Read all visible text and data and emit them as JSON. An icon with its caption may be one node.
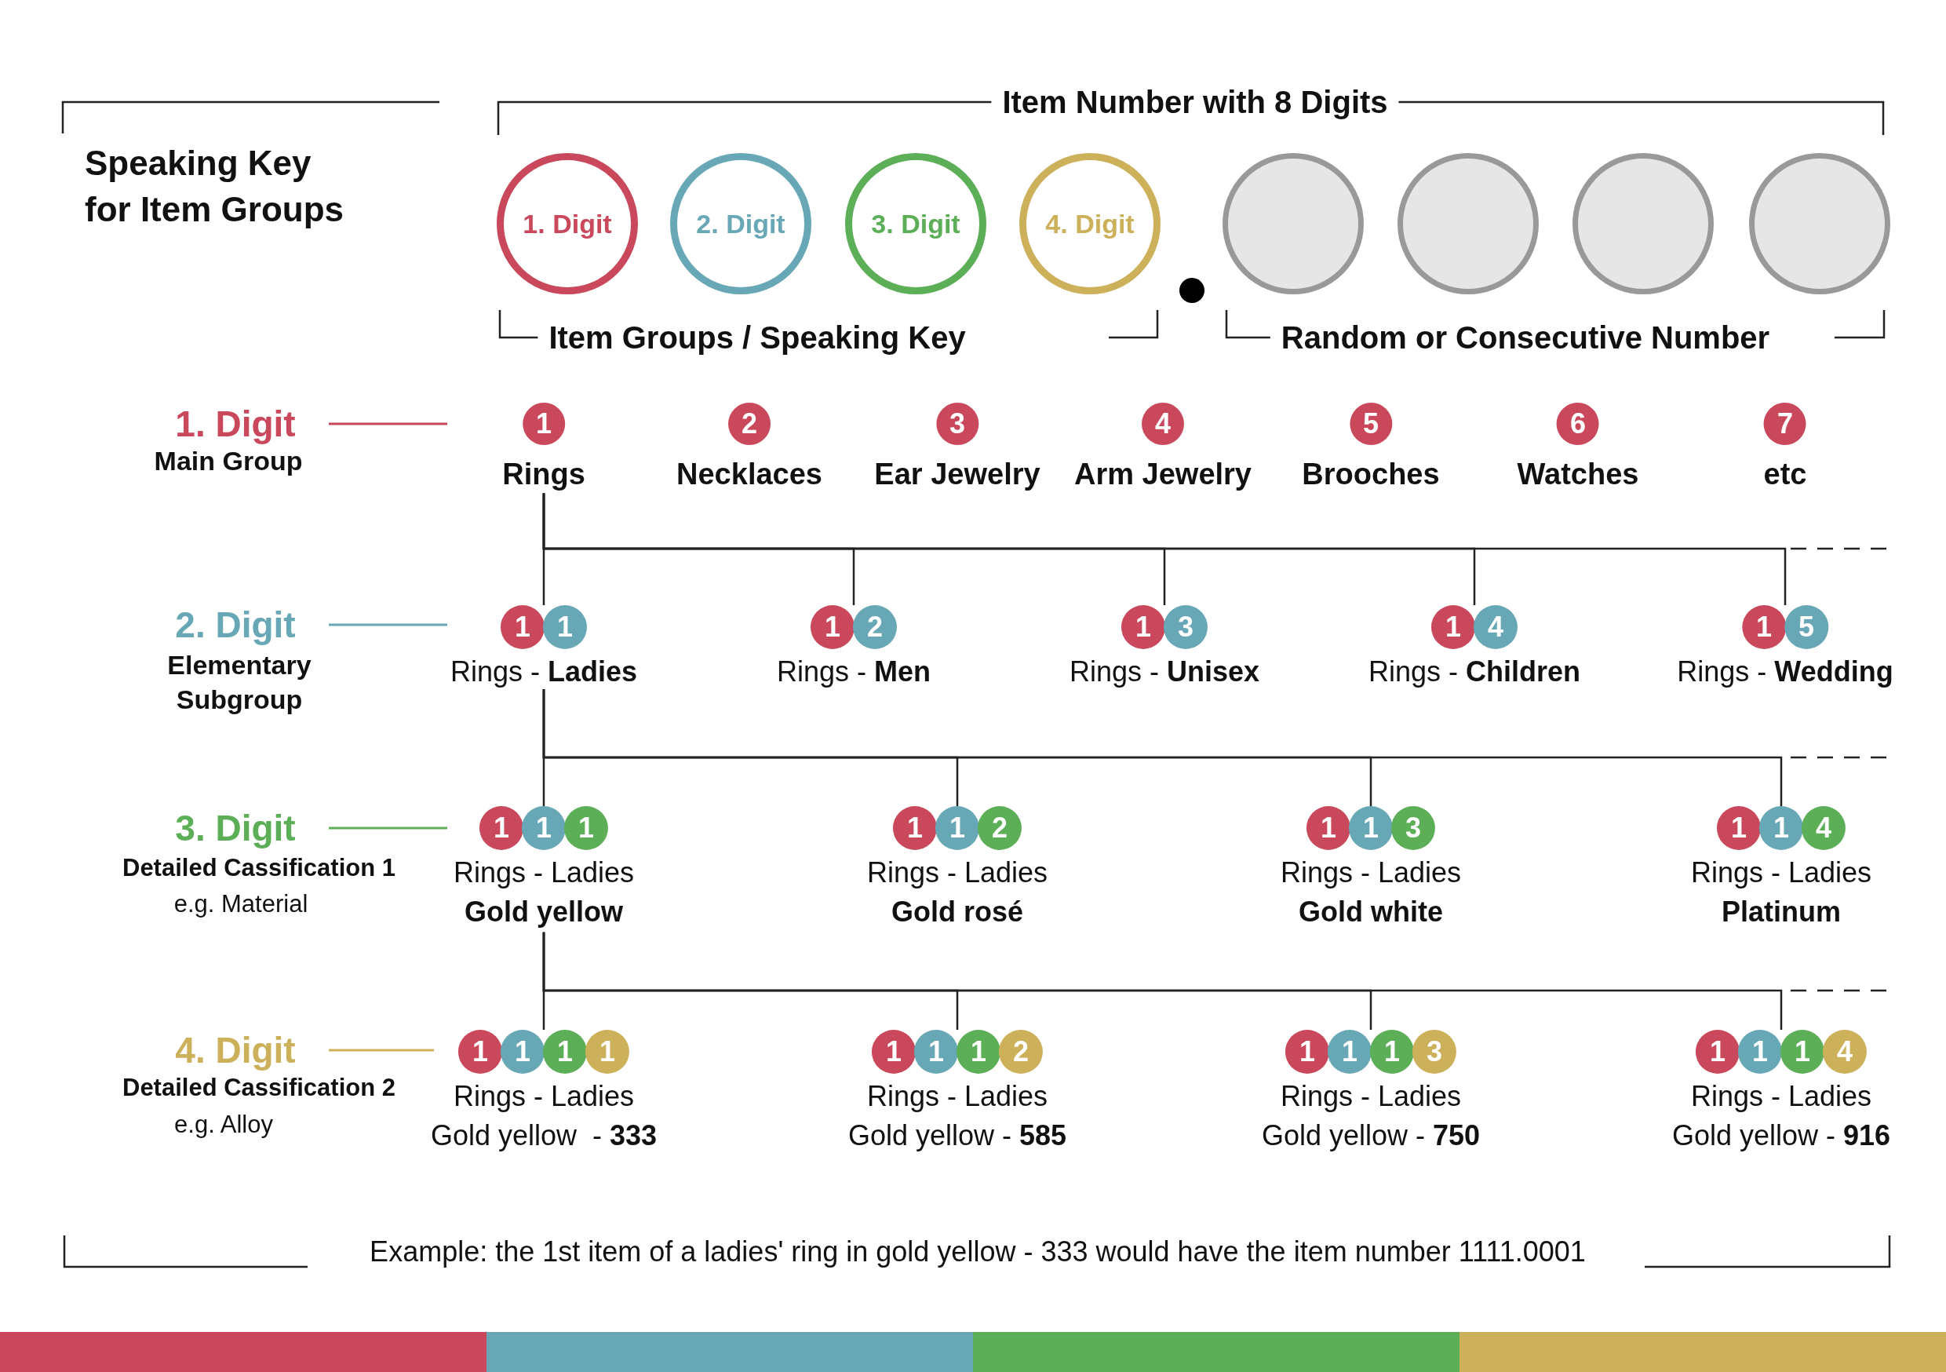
{
  "diagram": {
    "title": "Speaking Key for Item Groups",
    "caption": "Example: the 1st item of a ladies' ring in gold yellow - 333 would have the item number 1111.0001",
    "nodes": [
      {
        "text": [
          "1. Digit"
        ]
      },
      {
        "text": [
          "2. Digit"
        ]
      },
      {
        "text": [
          "3. Digit"
        ]
      },
      {
        "text": [
          "4. Digit"
        ]
      },
      {
        "text": [],
        "shape": "circle"
      },
      {
        "text": [],
        "shape": "circle"
      },
      {
        "text": [],
        "shape": "circle"
      },
      {
        "text": [],
        "shape": "circle"
      },
      {
        "text": [
          "Rings"
        ]
      },
      {
        "text": [
          "1"
        ],
        "in": 8
      },
      {
        "text": [
          "Necklaces"
        ]
      },
      {
        "text": [
          "2"
        ],
        "in": 10
      },
      {
        "text": [
          "Ear Jewelry"
        ]
      },
      {
        "text": [
          "3"
        ],
        "in": 12
      },
      {
        "text": [
          "Arm Jewelry"
        ]
      },
      {
        "text": [
          "4"
        ],
        "in": 14
      },
      {
        "text": [
          "Brooches"
        ]
      },
      {
        "text": [
          "5"
        ],
        "in": 16
      },
      {
        "text": [
          "Watches"
        ]
      },
      {
        "text": [
          "6"
        ],
        "in": 18
      },
      {
        "text": [
          "etc"
        ]
      },
      {
        "text": [
          "7"
        ],
        "in": 20
      },
      {
        "text": [
          "Rings - **Ladies**"
        ]
      },
      {
        "text": [
          "1"
        ],
        "in": 22
      },
      {
        "text": [
          "1"
        ],
        "in": 22
      },
      {
        "text": [
          "Rings - **Men**"
        ]
      },
      {
        "text": [
          "1"
        ],
        "in": 25
      },
      {
        "text": [
          "2"
        ],
        "in": 25
      },
      {
        "text": [
          "Rings - **Unisex**"
        ]
      },
      {
        "text": [
          "1"
        ],
        "in": 28
      },
      {
        "text": [
          "3"
        ],
        "in": 28
      },
      {
        "text": [
          "Rings - **Children**"
        ]
      },
      {
        "text": [
          "1"
        ],
        "in": 31
      },
      {
        "text": [
          "4"
        ],
        "in": 31
      },
      {
        "text": [
          "Rings - **Wedding**"
        ]
      },
      {
        "text": [
          "1"
        ],
        "in": 34
      },
      {
        "text": [
          "5"
        ],
        "in": 34
      },
      {
        "text": [
          "Rings - Ladies",
          "Gold yellow"
        ]
      },
      {
        "text": [
          "1"
        ],
        "in": 37
      },
      {
        "text": [
          "1"
        ],
        "in": 37
      },
      {
        "text": [
          "1"
        ],
        "in": 37
      },
      {
        "text": [
          "Rings - Ladies",
          "Gold rosé"
        ]
      },
      {
        "text": [
          "1"
        ],
        "in": 41
      },
      {
        "text": [
          "1"
        ],
        "in": 41
      },
      {
        "text": [
          "2"
        ],
        "in": 41
      },
      {
        "text": [
          "Rings - Ladies",
          "Gold white"
        ]
      },
      {
        "text": [
          "1"
        ],
        "in": 45
      },
      {
        "text": [
          "1"
        ],
        "in": 45
      },
      {
        "text": [
          "3"
        ],
        "in": 45
      },
      {
        "text": [
          "Rings - Ladies",
          "Platinum"
        ]
      },
      {
        "text": [
          "1"
        ],
        "in": 49
      },
      {
        "text": [
          "1"
        ],
        "in": 49
      },
      {
        "text": [
          "4"
        ],
        "in": 49
      },
      {
        "text": [
          "Rings - Ladies",
          "Gold yellow  - **333**"
        ]
      },
      {
        "text": [
          "1"
        ],
        "in": 53
      },
      {
        "text": [
          "1"
        ],
        "in": 53
      },
      {
        "text": [
          "1"
        ],
        "in": 53
      },
      {
        "text": [
          "1"
        ],
        "in": 53
      },
      {
        "text": [
          "Rings - Ladies",
          "Gold yellow - **585**"
        ]
      },
      {
        "text": [
          "1"
        ],
        "in": 58
      },
      {
        "text": [
          "1"
        ],
        "in": 58
      },
      {
        "text": [
          "1"
        ],
        "in": 58
      },
      {
        "text": [
          "2"
        ],
        "in": 58
      },
      {
        "text": [
          "Rings - Ladies",
          "Gold yellow - **750**"
        ]
      },
      {
        "text": [
          "1"
        ],
        "in": 63
      },
      {
        "text": [
          "1"
        ],
        "in": 63
      },
      {
        "text": [
          "1"
        ],
        "in": 63
      },
      {
        "text": [
          "3"
        ],
        "in": 63
      },
      {
        "text": [
          "Rings - Ladies",
          "Gold yellow - **916**"
        ]
      },
      {
        "text": [
          "1"
        ],
        "in": 68
      },
      {
        "text": [
          "1"
        ],
        "in": 68
      },
      {
        "text": [
          "1"
        ],
        "in": 68
      },
      {
        "text": [
          "4"
        ],
        "in": 68
      }
    ],
    "edges": [
      {
        "from": 8,
        "to": 22,
        "arrow": "none"
      },
      {
        "from": 8,
        "to": 25,
        "arrow": "none"
      },
      {
        "from": 8,
        "to": 28,
        "arrow": "none"
      },
      {
        "from": 8,
        "to": 31,
        "arrow": "none"
      },
      {
        "from": 8,
        "to": 34,
        "arrow": "none"
      },
      {
        "from": 22,
        "to": 37,
        "arrow": "none"
      },
      {
        "from": 22,
        "to": 41,
        "arrow": "none"
      },
      {
        "from": 22,
        "to": 45,
        "arrow": "none"
      },
      {
        "from": 22,
        "to": 49,
        "arrow": "none"
      },
      {
        "from": 37,
        "to": 53,
        "arrow": "none"
      },
      {
        "from": 37,
        "to": 58,
        "arrow": "none"
      },
      {
        "from": 37,
        "to": 63,
        "arrow": "none"
      },
      {
        "from": 37,
        "to": 68,
        "arrow": "none"
      }
    ],
    "labels": [
      "Item Number with 8 Digits",
      "Item Groups / Speaking Key",
      "Random or Consecutive Number",
      "1. Digit",
      "Main Group",
      "2. Digit",
      "Elementary Subgroup",
      "3. Digit",
      "Detailed Cassification 1",
      "e.g. Material",
      "4. Digit",
      "Detailed Cassification 2",
      "e.g. Alloy"
    ]
  }
}
